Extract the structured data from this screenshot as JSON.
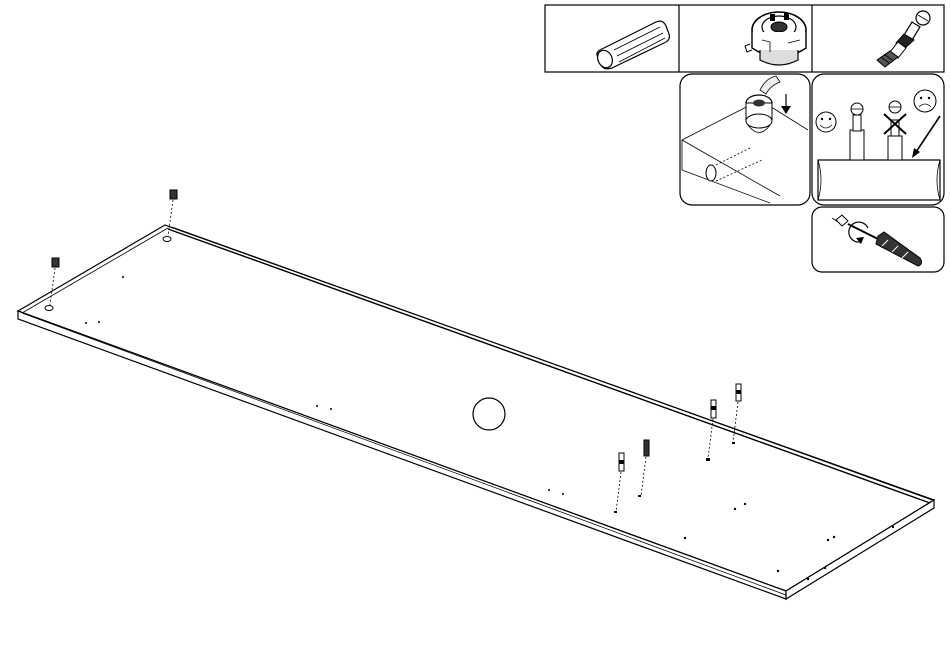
{
  "parts": [
    {
      "name": "wooden-dowel",
      "icon": "wooden-dowel-icon"
    },
    {
      "name": "cam-lock",
      "icon": "cam-lock-icon"
    },
    {
      "name": "cam-bolt",
      "icon": "cam-bolt-icon"
    }
  ],
  "instructions": [
    {
      "name": "insert-cam-lock",
      "icon": "insert-cam-lock-icon"
    },
    {
      "name": "bolt-depth",
      "icon": "bolt-depth-icon"
    },
    {
      "name": "screwdriver-turn",
      "icon": "screwdriver-turn-icon"
    }
  ],
  "main_figure": {
    "name": "panel-assembly",
    "icon": "panel-assembly-icon"
  }
}
